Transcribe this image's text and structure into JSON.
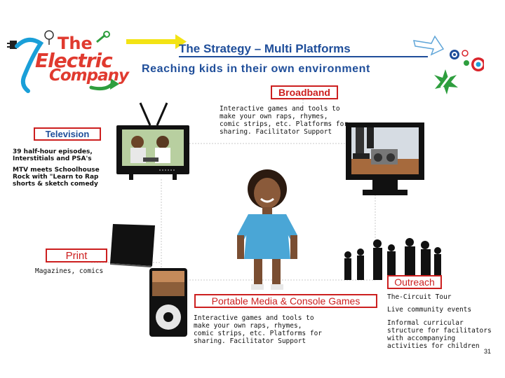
{
  "slide": {
    "title": "The Strategy – Multi Platforms",
    "subtitle": "Reaching kids in their own environment",
    "page_number": "31"
  },
  "logo": {
    "line1": "The",
    "line2": "Electric",
    "line3": "Company"
  },
  "platforms": {
    "broadband": {
      "label": "Broadband",
      "desc": [
        "Interactive games and tools to",
        "make your own raps, rhymes,",
        "comic strips, etc.  Platforms for",
        "sharing.  Facilitator Support"
      ]
    },
    "television": {
      "label": "Television",
      "desc1": [
        "39 half-hour episodes,",
        "Interstitials and PSA's"
      ],
      "desc2": [
        "MTV meets Schoolhouse",
        "Rock with \"Learn to Rap",
        "shorts & sketch comedy"
      ]
    },
    "print": {
      "label": "Print",
      "desc": "Magazines, comics"
    },
    "portable": {
      "label": "Portable Media & Console Games",
      "desc": [
        "Interactive games and tools to",
        "make your own raps, rhymes,",
        "comic strips, etc. Platforms for",
        "sharing.  Facilitator Support"
      ]
    },
    "outreach": {
      "label": "Outreach",
      "items": [
        "The-Circuit Tour",
        "Live community events"
      ],
      "desc": [
        "Informal curricular",
        "structure for facilitators",
        "with accompanying",
        "activities for children"
      ]
    }
  },
  "colors": {
    "title_blue": "#1f4e9a",
    "box_red": "#cc1f1f",
    "logo_red": "#e03a2f",
    "logo_blue": "#1a9fd8",
    "logo_green": "#2e9e3e",
    "arrow_yellow": "#f3e314"
  }
}
